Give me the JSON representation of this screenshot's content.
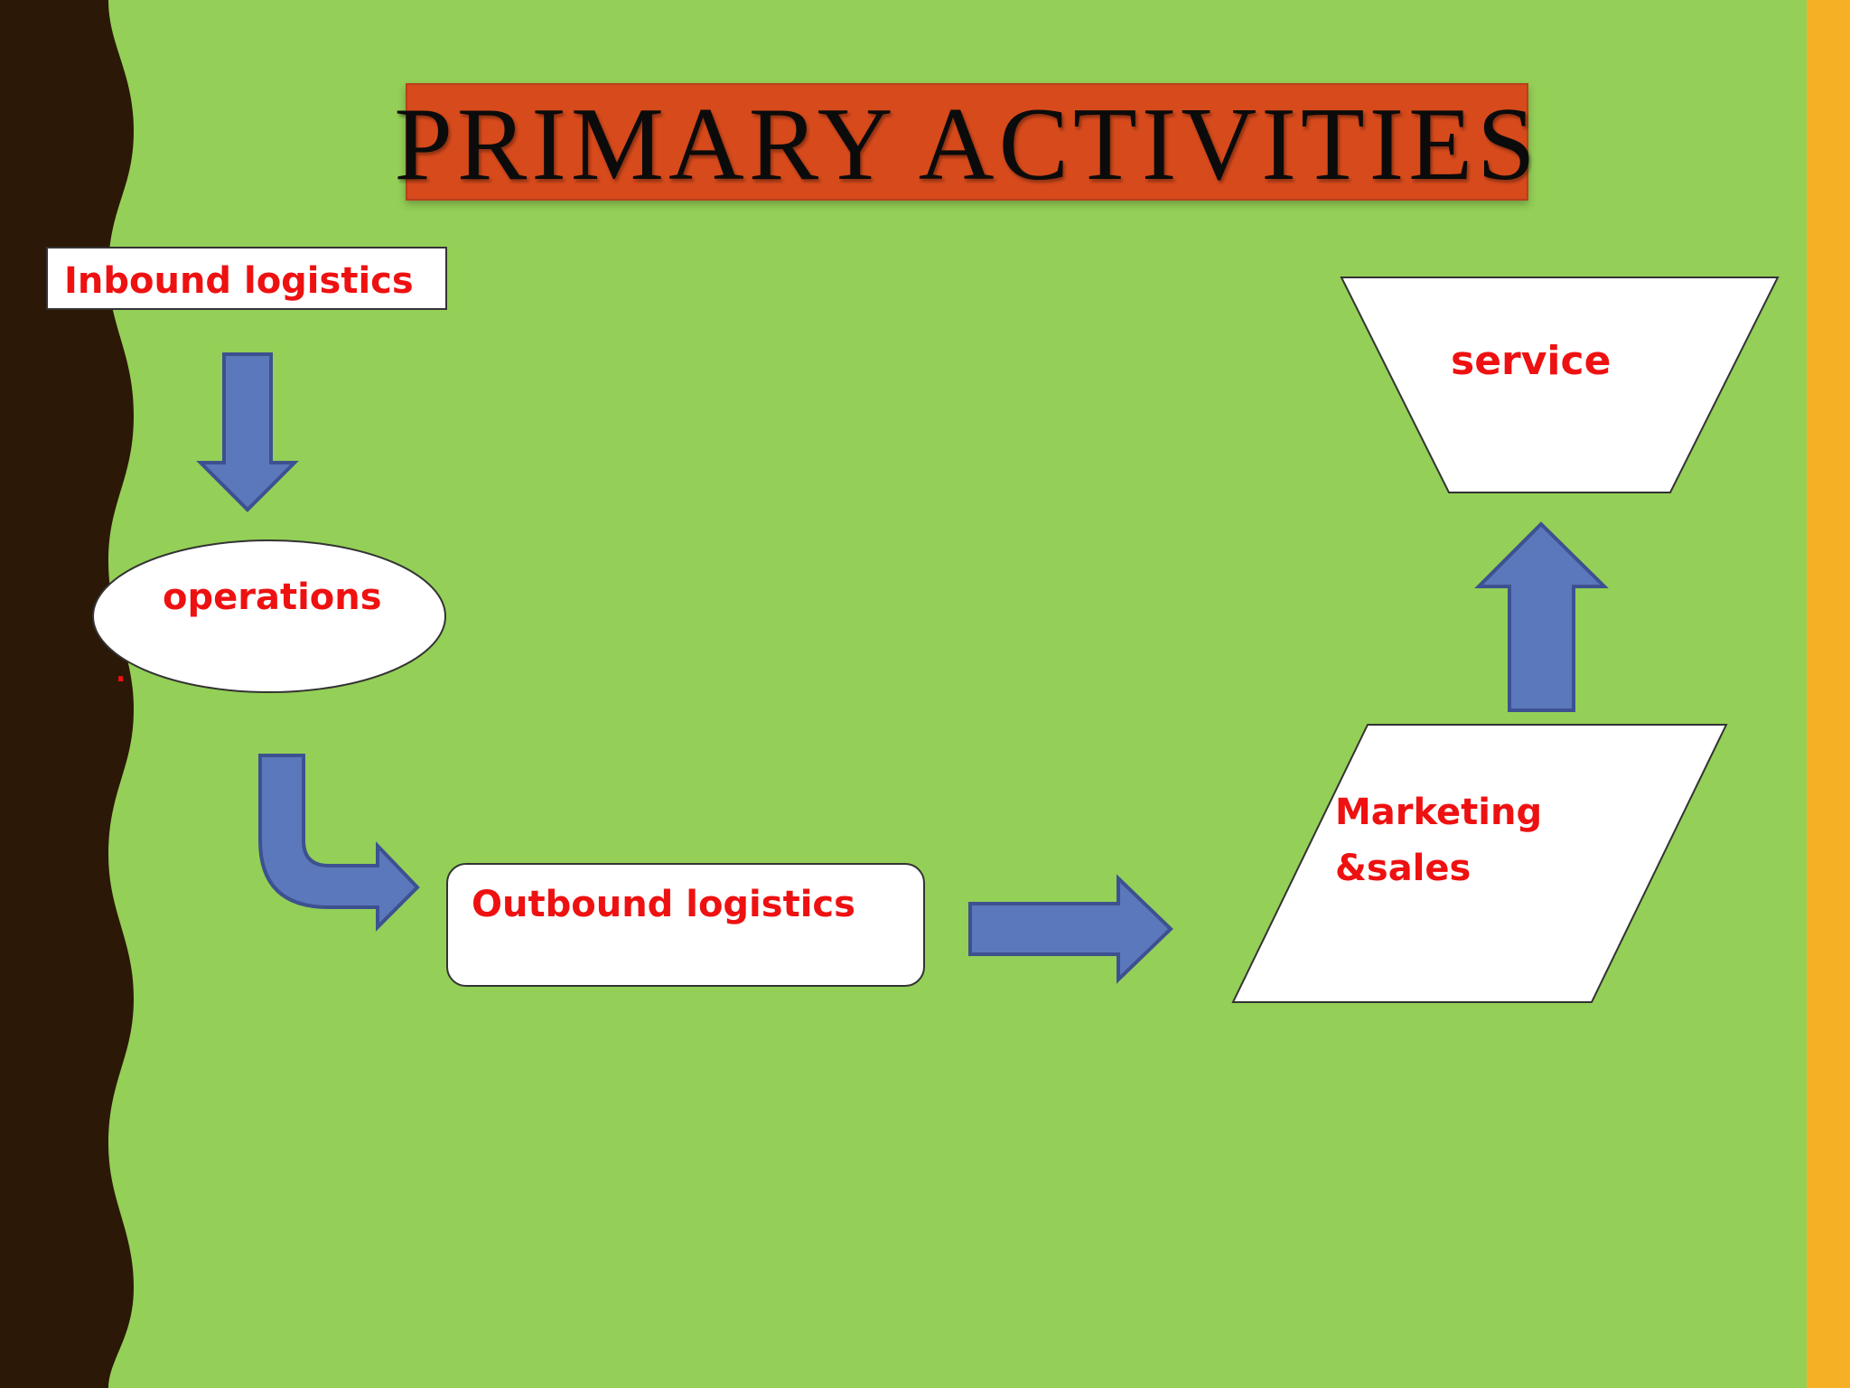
{
  "slide": {
    "title": "PRIMARY ACTIVITIES",
    "colors": {
      "background": "#94cf57",
      "left_band": "#2c1806",
      "right_band": "#f6b026",
      "title_fill": "#d64a1c",
      "arrow_fill": "#5b78bc",
      "arrow_stroke": "#3d5191",
      "label_text": "#ee1111"
    }
  },
  "nodes": {
    "inbound": "Inbound logistics",
    "operations": "operations",
    "outbound": "Outbound logistics",
    "marketing_line1": "Marketing",
    "marketing_line2": "&sales",
    "service": "service"
  },
  "decor": {
    "dot": "."
  }
}
